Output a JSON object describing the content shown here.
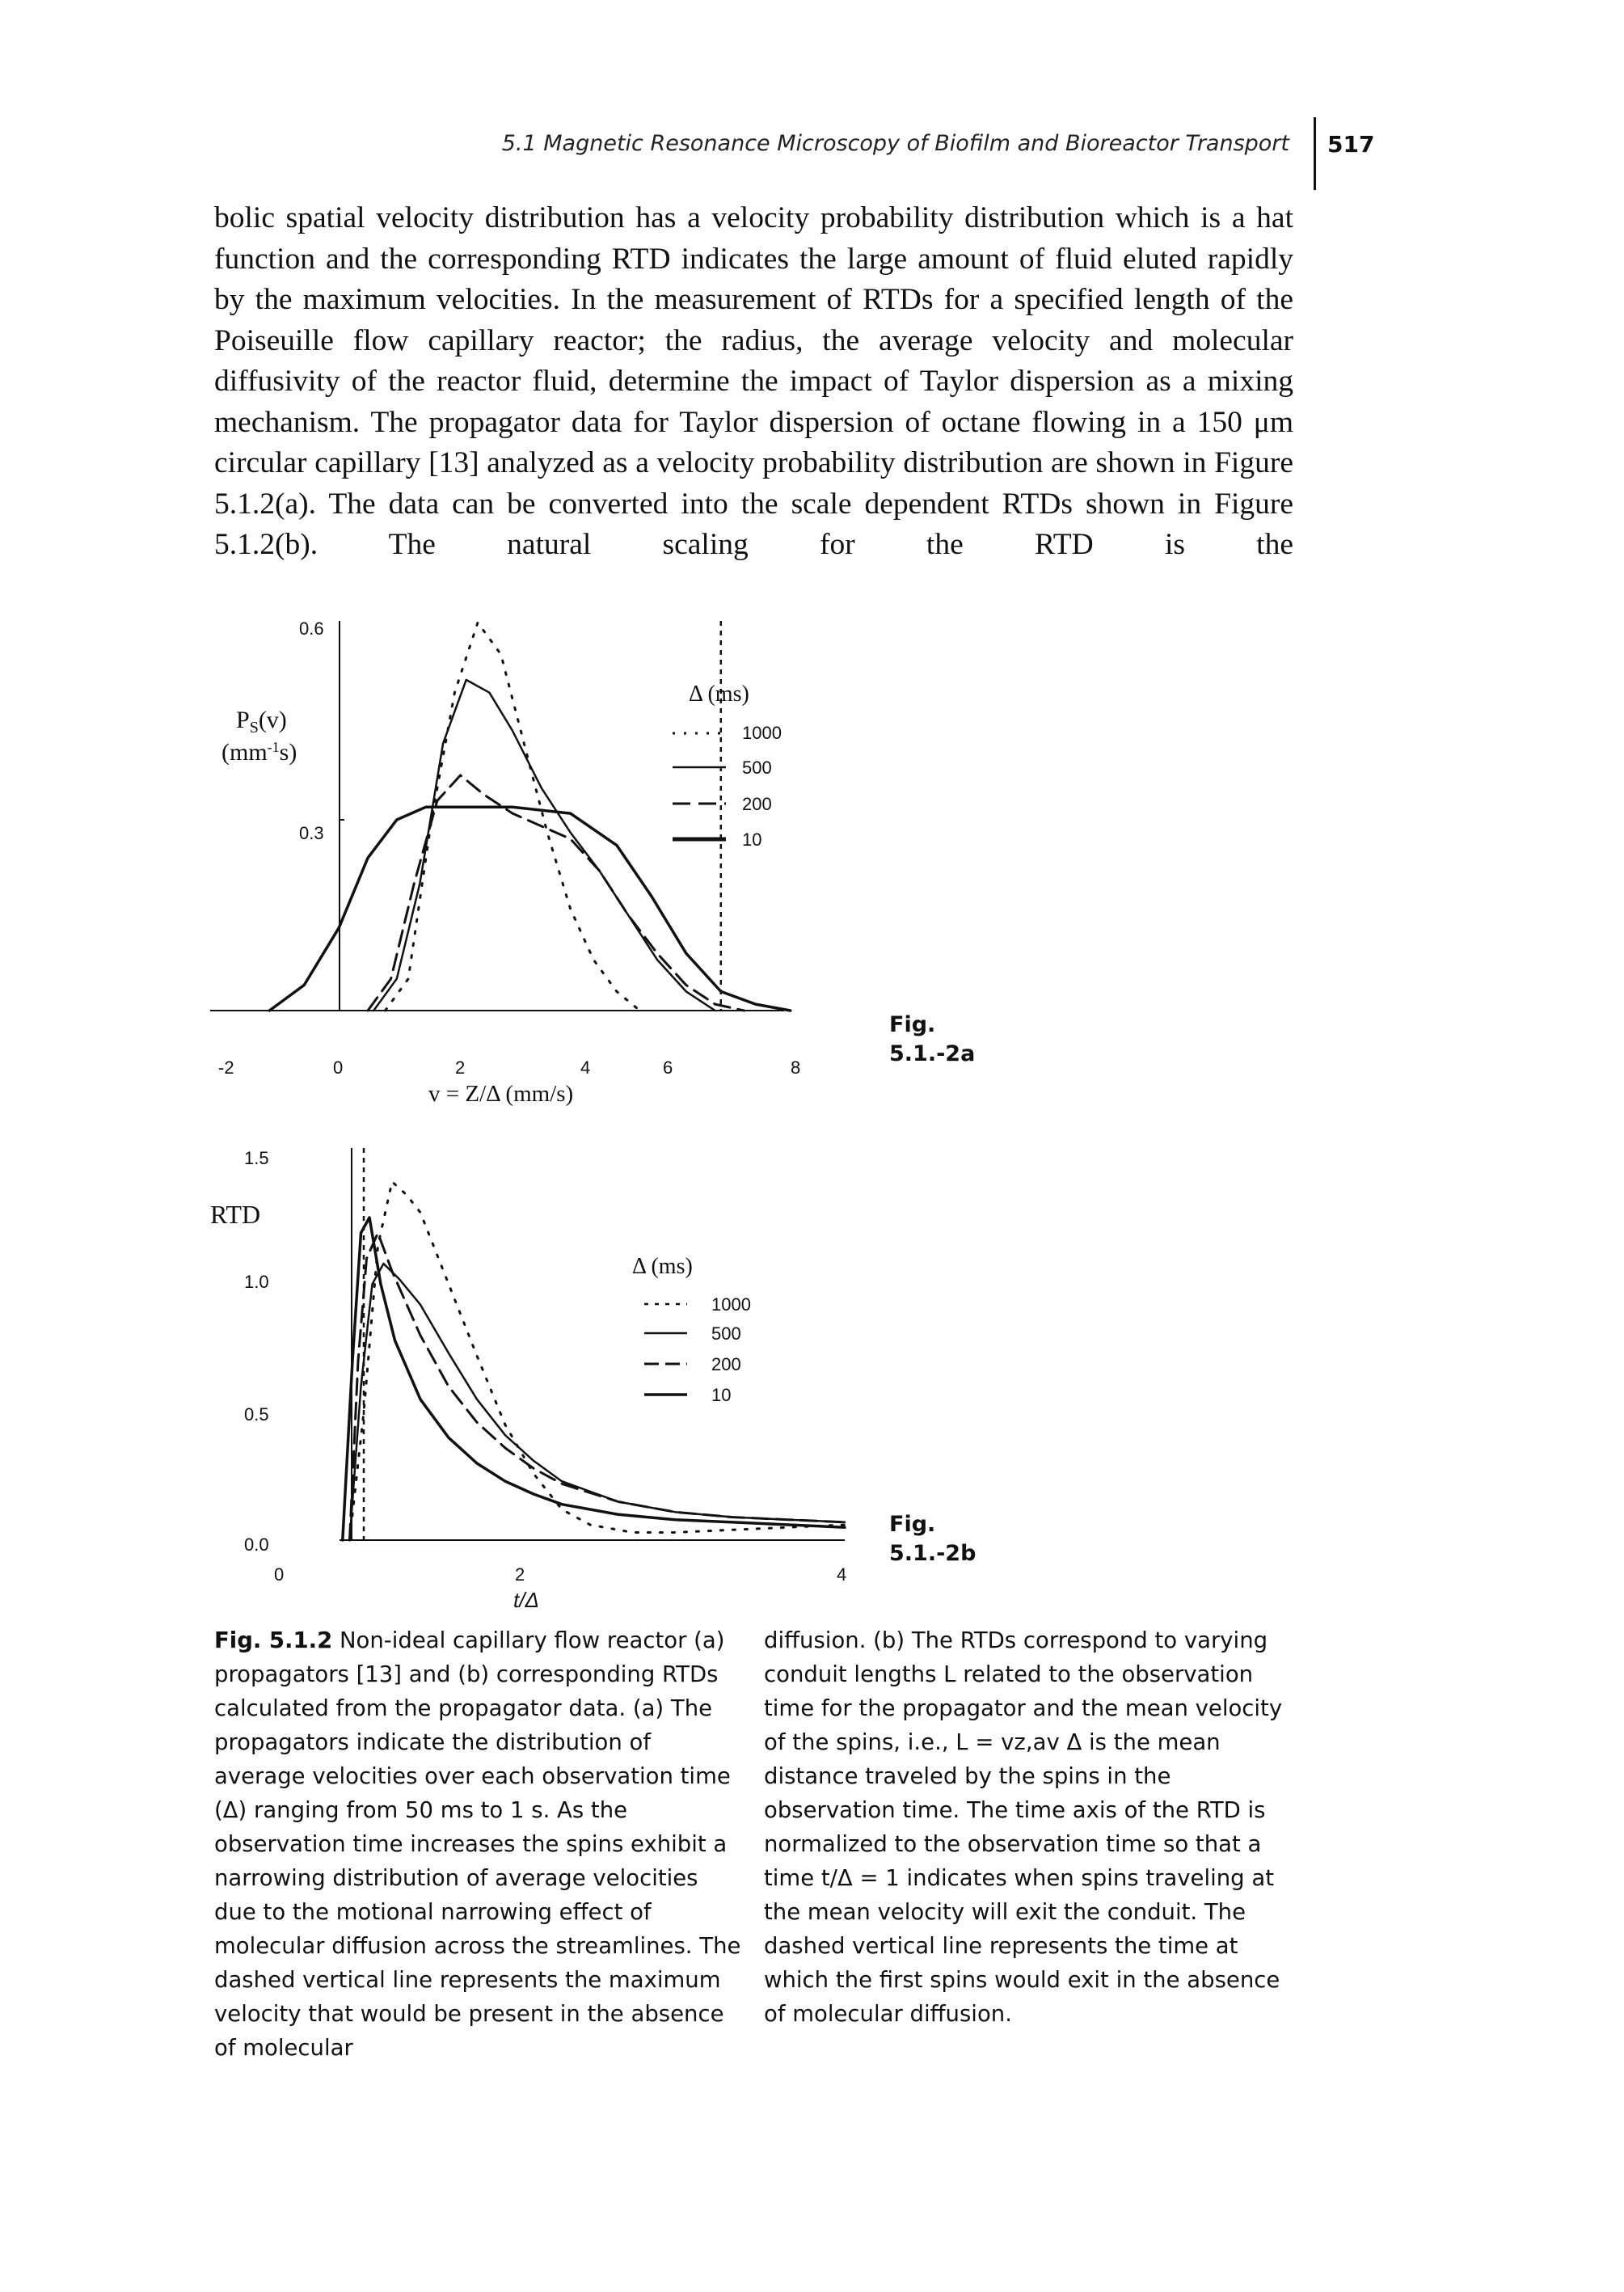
{
  "header": {
    "running_title": "5.1 Magnetic Resonance Microscopy of Biofilm and Bioreactor Transport",
    "page_number": "517"
  },
  "body": {
    "paragraph": "bolic spatial velocity distribution has a velocity probability distribution which is a hat function and the corresponding RTD indicates the large amount of fluid eluted rapidly by the maximum velocities. In the measurement of RTDs for a specified length of the Poiseuille flow capillary reactor; the radius, the average velocity and molecular diffusivity of the reactor fluid, determine the impact of Taylor dispersion as a mixing mechanism. The propagator data for Taylor dispersion of octane flowing in a 150 μm circular capillary [13] analyzed as a velocity probability distribution are shown in Figure 5.1.2(a). The data can be converted into the scale dependent RTDs shown in Figure 5.1.2(b). The natural scaling for the RTD is the"
  },
  "figure_a": {
    "label": "Fig. 5.1.-2a",
    "ylabel_1": "P",
    "ylabel_sub": "S",
    "ylabel_2": "(v)",
    "ylabel_units": "(mm",
    "ylabel_units_sup": "-1",
    "ylabel_units_end": "s)",
    "xlabel": "v = Z/Δ (mm/s)",
    "y_ticks": [
      "0.6",
      "0.3"
    ],
    "x_ticks": [
      "-2",
      "0",
      "2",
      "4",
      "6",
      "8"
    ],
    "legend_title": "Δ (ms)",
    "legend": [
      "1000",
      "500",
      "200",
      "10"
    ]
  },
  "figure_b": {
    "label": "Fig. 5.1.-2b",
    "ylabel": "RTD",
    "xlabel": "t/Δ",
    "y_ticks": [
      "1.5",
      "1.0",
      "0.5",
      "0.0"
    ],
    "x_ticks": [
      "0",
      "2",
      "4"
    ],
    "legend_title": "Δ (ms)",
    "legend": [
      "1000",
      "500",
      "200",
      "10"
    ]
  },
  "chart_data": [
    {
      "type": "line",
      "title": "",
      "xlabel": "v = Z/Δ (mm/s)",
      "ylabel": "Ps(v) (mm-1s)",
      "xlim": [
        -2,
        8
      ],
      "ylim": [
        0,
        0.6
      ],
      "grid": false,
      "legend_position": "top-right",
      "vertical_dashed_line_x": 6.6,
      "series": [
        {
          "name": "1000",
          "style": "dotted",
          "x": [
            0.8,
            1.2,
            1.6,
            2.0,
            2.4,
            2.8,
            3.2,
            3.6,
            4.0,
            4.4,
            4.8,
            5.2
          ],
          "y": [
            0,
            0.05,
            0.3,
            0.5,
            0.61,
            0.56,
            0.42,
            0.28,
            0.16,
            0.08,
            0.03,
            0
          ]
        },
        {
          "name": "500",
          "style": "solid",
          "x": [
            0.6,
            1.0,
            1.4,
            1.8,
            2.2,
            2.6,
            3.0,
            3.5,
            4.0,
            4.5,
            5.0,
            5.5,
            6.0,
            6.5
          ],
          "y": [
            0,
            0.05,
            0.2,
            0.42,
            0.52,
            0.5,
            0.44,
            0.35,
            0.28,
            0.22,
            0.15,
            0.08,
            0.03,
            0
          ]
        },
        {
          "name": "200",
          "style": "dashed",
          "x": [
            0.5,
            0.9,
            1.3,
            1.7,
            2.1,
            2.5,
            3.0,
            3.5,
            4.0,
            4.5,
            5.0,
            5.5,
            6.0,
            6.5,
            7.0
          ],
          "y": [
            0,
            0.05,
            0.2,
            0.33,
            0.37,
            0.34,
            0.31,
            0.29,
            0.27,
            0.22,
            0.15,
            0.09,
            0.04,
            0.01,
            0
          ]
        },
        {
          "name": "10",
          "style": "solid-thick",
          "x": [
            -1.2,
            -0.6,
            0,
            0.5,
            1.0,
            1.5,
            2.0,
            3.0,
            4.0,
            4.8,
            5.4,
            6.0,
            6.6,
            7.2,
            7.8
          ],
          "y": [
            0,
            0.04,
            0.13,
            0.24,
            0.3,
            0.32,
            0.32,
            0.32,
            0.31,
            0.26,
            0.18,
            0.09,
            0.03,
            0.01,
            0
          ]
        }
      ]
    },
    {
      "type": "line",
      "title": "",
      "xlabel": "t/Δ",
      "ylabel": "RTD",
      "xlim": [
        0,
        4
      ],
      "ylim": [
        0,
        1.5
      ],
      "grid": false,
      "legend_position": "top-right",
      "vertical_dashed_line_x": 0.6,
      "series": [
        {
          "name": "1000",
          "style": "dotted",
          "x": [
            0.5,
            0.6,
            0.7,
            0.8,
            0.9,
            1.0,
            1.2,
            1.4,
            1.6,
            1.8,
            2.0,
            2.2,
            2.5,
            2.8,
            3.2,
            3.6,
            4.0
          ],
          "y": [
            0,
            0.5,
            1.15,
            1.4,
            1.35,
            1.28,
            1.0,
            0.72,
            0.45,
            0.26,
            0.12,
            0.06,
            0.03,
            0.03,
            0.04,
            0.05,
            0.06
          ]
        },
        {
          "name": "500",
          "style": "solid",
          "x": [
            0.5,
            0.58,
            0.66,
            0.74,
            0.85,
            1.0,
            1.2,
            1.4,
            1.6,
            1.8,
            2.0,
            2.4,
            2.8,
            3.2,
            3.6,
            4.0
          ],
          "y": [
            0,
            0.6,
            1.0,
            1.08,
            1.02,
            0.92,
            0.73,
            0.55,
            0.41,
            0.31,
            0.23,
            0.15,
            0.11,
            0.09,
            0.08,
            0.07
          ]
        },
        {
          "name": "200",
          "style": "dashed",
          "x": [
            0.5,
            0.56,
            0.62,
            0.7,
            0.8,
            1.0,
            1.2,
            1.4,
            1.6,
            1.8,
            2.0,
            2.4,
            2.8,
            3.2,
            3.6,
            4.0
          ],
          "y": [
            0,
            0.7,
            1.1,
            1.2,
            1.05,
            0.8,
            0.6,
            0.46,
            0.36,
            0.28,
            0.22,
            0.15,
            0.11,
            0.09,
            0.08,
            0.07
          ]
        },
        {
          "name": "10",
          "style": "solid-thick",
          "x": [
            0.45,
            0.52,
            0.58,
            0.64,
            0.72,
            0.82,
            1.0,
            1.2,
            1.4,
            1.6,
            1.8,
            2.0,
            2.4,
            2.8,
            3.2,
            3.6,
            4.0
          ],
          "y": [
            0,
            0.7,
            1.2,
            1.26,
            1.0,
            0.78,
            0.55,
            0.4,
            0.3,
            0.23,
            0.18,
            0.14,
            0.1,
            0.08,
            0.07,
            0.06,
            0.05
          ]
        }
      ]
    }
  ],
  "caption": {
    "label": "Fig. 5.1.2",
    "left": "Non-ideal capillary flow reactor (a) propagators [13] and (b) corresponding RTDs calculated from the propagator data. (a) The propagators indicate the distribution of average velocities over each observation time (Δ) ranging from 50 ms to 1 s. As the observation time increases the spins exhibit a narrowing distribution of average velocities due to the motional narrowing effect of molecular diffusion across the streamlines. The dashed vertical line represents the maximum velocity that would be present in the absence of molecular",
    "right": "diffusion. (b) The RTDs correspond to varying conduit lengths L related to the observation time for the propagator and the mean velocity of the spins, i.e., L = vz,av Δ is the mean distance traveled by the spins in the observation time. The time axis of the RTD is normalized to the observation time so that a time t/Δ = 1 indicates when spins traveling at the mean velocity will exit the conduit. The dashed vertical line represents the time at which the first spins would exit in the absence of molecular diffusion."
  }
}
